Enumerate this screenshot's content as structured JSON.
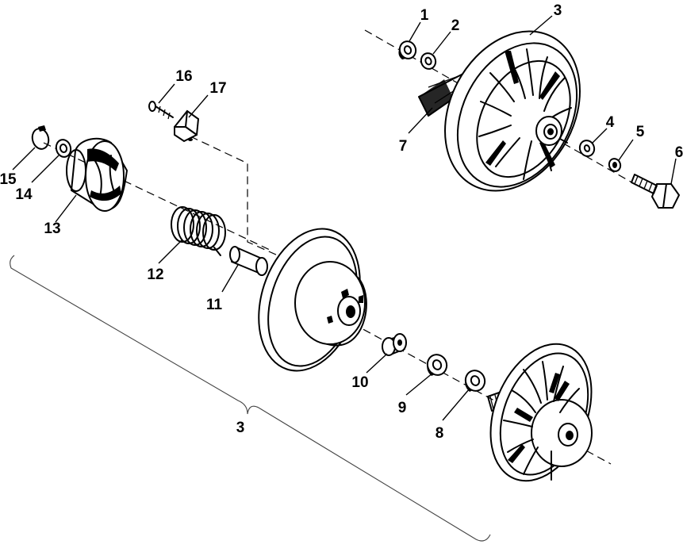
{
  "diagram": {
    "callouts": [
      {
        "id": "1",
        "label": "1"
      },
      {
        "id": "2",
        "label": "2"
      },
      {
        "id": "3a",
        "label": "3"
      },
      {
        "id": "4",
        "label": "4"
      },
      {
        "id": "5",
        "label": "5"
      },
      {
        "id": "6",
        "label": "6"
      },
      {
        "id": "7",
        "label": "7"
      },
      {
        "id": "8",
        "label": "8"
      },
      {
        "id": "9",
        "label": "9"
      },
      {
        "id": "10",
        "label": "10"
      },
      {
        "id": "11",
        "label": "11"
      },
      {
        "id": "12",
        "label": "12"
      },
      {
        "id": "13",
        "label": "13"
      },
      {
        "id": "14",
        "label": "14"
      },
      {
        "id": "15",
        "label": "15"
      },
      {
        "id": "16",
        "label": "16"
      },
      {
        "id": "17",
        "label": "17"
      },
      {
        "id": "3b",
        "label": "3"
      }
    ]
  }
}
